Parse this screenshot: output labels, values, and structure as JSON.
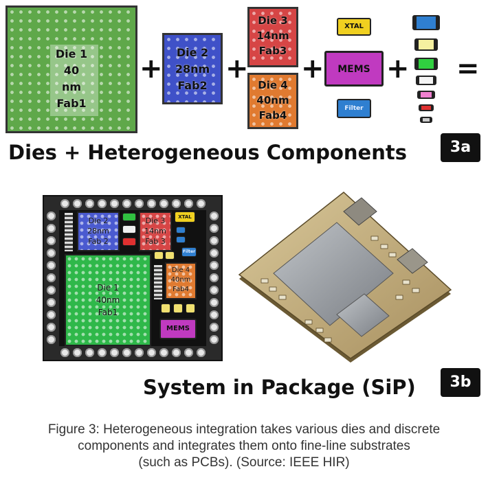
{
  "top": {
    "die1": {
      "line1": "Die 1",
      "line2": "40",
      "line3": "nm",
      "line4": "Fab1"
    },
    "die2": {
      "line1": "Die 2",
      "line2": "28nm",
      "line3": "Fab2"
    },
    "die3": {
      "line1": "Die 3",
      "line2": "14nm",
      "line3": "Fab3"
    },
    "die4": {
      "line1": "Die 4",
      "line2": "40nm",
      "line3": "Fab4"
    },
    "xtal": "XTAL",
    "mems": "MEMS",
    "filter": "Filter",
    "plus": "+",
    "equals": "=",
    "heading": "Dies + Heterogeneous Components",
    "badge": "3a"
  },
  "bottom": {
    "die1": {
      "line1": "Die 1",
      "line2": "40nm",
      "line3": "Fab1"
    },
    "die2": {
      "line1": "Die 2",
      "line2": "28nm",
      "line3": "Fab 2"
    },
    "die3": {
      "line1": "Die 3",
      "line2": "14nm",
      "line3": "Fab 3"
    },
    "die4": {
      "line1": "Die 4",
      "line2": "40nm",
      "line3": "Fab4"
    },
    "xtal": "XTAL",
    "mems": "MEMS",
    "filter": "Filter",
    "heading": "System in Package (SiP)",
    "badge": "3b"
  },
  "caption": {
    "line1": "Figure 3: Heterogeneous integration takes various dies and discrete",
    "line2": "components and integrates them onto fine-line substrates",
    "line3": "(such as PCBs). (Source: IEEE HIR)"
  },
  "colors": {
    "die1": "#5fa84a",
    "die2": "#3f51c8",
    "die3": "#d64545",
    "die4": "#e07a30",
    "mems": "#c03ac0",
    "xtal": "#f0d020",
    "filter": "#2f7fd0",
    "substrate": "#2a2a2a"
  }
}
